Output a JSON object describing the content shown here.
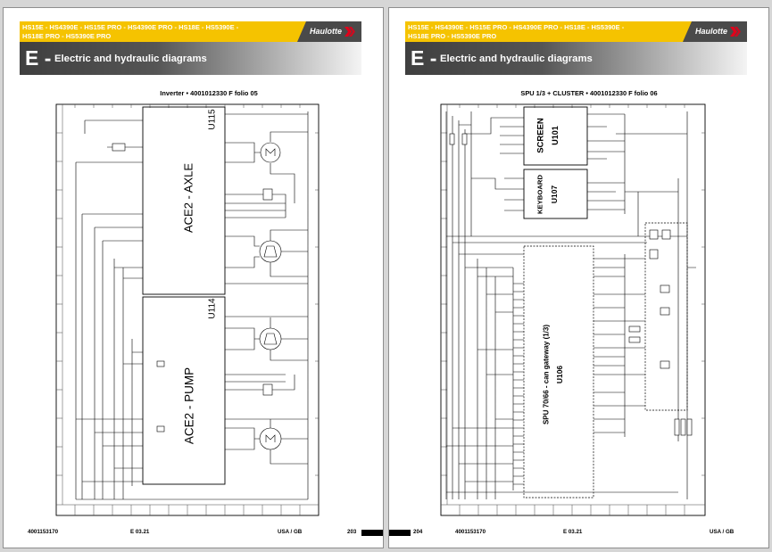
{
  "viewer": {
    "background_color": "#d6d6d6"
  },
  "brand_colors": {
    "header_yellow": "#f5c300",
    "header_gray": "#4a4a4a",
    "logo_red": "#e2001a"
  },
  "pages": [
    {
      "header": {
        "models_line1": "HS15E - HS4390E - HS15E PRO - HS4390E PRO - HS18E - HS5390E -",
        "models_line2": "HS18E PRO - HS5390E PRO",
        "logo_text": "Haulotte",
        "logo_icon": "haulotte-chevron-icon"
      },
      "section": {
        "letter": "E -",
        "title": "Electric and hydraulic diagrams"
      },
      "diagram": {
        "title": "Inverter • 4001012330 F folio 05",
        "components": [
          {
            "ref": "U115",
            "name": "ACE2 - AXLE"
          },
          {
            "ref": "U114",
            "name": "ACE2 - PUMP"
          }
        ]
      },
      "footer": {
        "doc_number": "4001153170",
        "edition": "E 03.21",
        "language": "USA / GB",
        "page_number": "203"
      }
    },
    {
      "header": {
        "models_line1": "HS15E - HS4390E - HS15E PRO - HS4390E PRO - HS18E - HS5390E -",
        "models_line2": "HS18E PRO - HS5390E PRO",
        "logo_text": "Haulotte",
        "logo_icon": "haulotte-chevron-icon"
      },
      "section": {
        "letter": "E -",
        "title": "Electric and hydraulic diagrams"
      },
      "diagram": {
        "title": "SPU 1/3 + CLUSTER • 4001012330 F folio 06",
        "components": [
          {
            "ref": "U101",
            "name": "SCREEN"
          },
          {
            "ref": "U107",
            "name": "KEYBOARD"
          },
          {
            "ref": "U106",
            "name": "SPU 70/66 - can gateway (1/3)"
          }
        ]
      },
      "footer": {
        "doc_number": "4001153170",
        "edition": "E 03.21",
        "language": "USA / GB",
        "page_number": "204"
      }
    }
  ]
}
